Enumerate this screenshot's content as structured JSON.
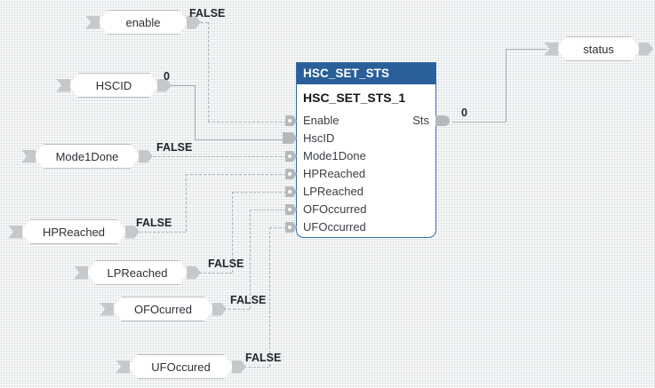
{
  "diagram": {
    "type": "function-block-diagram",
    "background": "#ffffff",
    "grid_color": "#e3e6e8"
  },
  "block": {
    "type_name": "HSC_SET_STS",
    "instance_name": "HSC_SET_STS_1",
    "header_color": "#2A6099",
    "border_color": "#2E6DA4",
    "inputs": [
      {
        "name": "Enable",
        "value": "FALSE"
      },
      {
        "name": "HscID",
        "value": "0"
      },
      {
        "name": "Mode1Done",
        "value": "FALSE"
      },
      {
        "name": "HPReached",
        "value": "FALSE"
      },
      {
        "name": "LPReached",
        "value": "FALSE"
      },
      {
        "name": "OFOccurred",
        "value": "FALSE"
      },
      {
        "name": "UFOccurred",
        "value": "FALSE"
      }
    ],
    "outputs": [
      {
        "name": "Sts",
        "value": "0"
      }
    ]
  },
  "input_tags": [
    {
      "label": "enable",
      "value": "FALSE"
    },
    {
      "label": "HSCID",
      "value": "0"
    },
    {
      "label": "Mode1Done",
      "value": "FALSE"
    },
    {
      "label": "HPReached",
      "value": "FALSE"
    },
    {
      "label": "LPReached",
      "value": "FALSE"
    },
    {
      "label": "OFOcurred",
      "value": "FALSE"
    },
    {
      "label": "UFOccured",
      "value": "FALSE"
    }
  ],
  "output_tags": [
    {
      "label": "status",
      "value": "0"
    }
  ]
}
